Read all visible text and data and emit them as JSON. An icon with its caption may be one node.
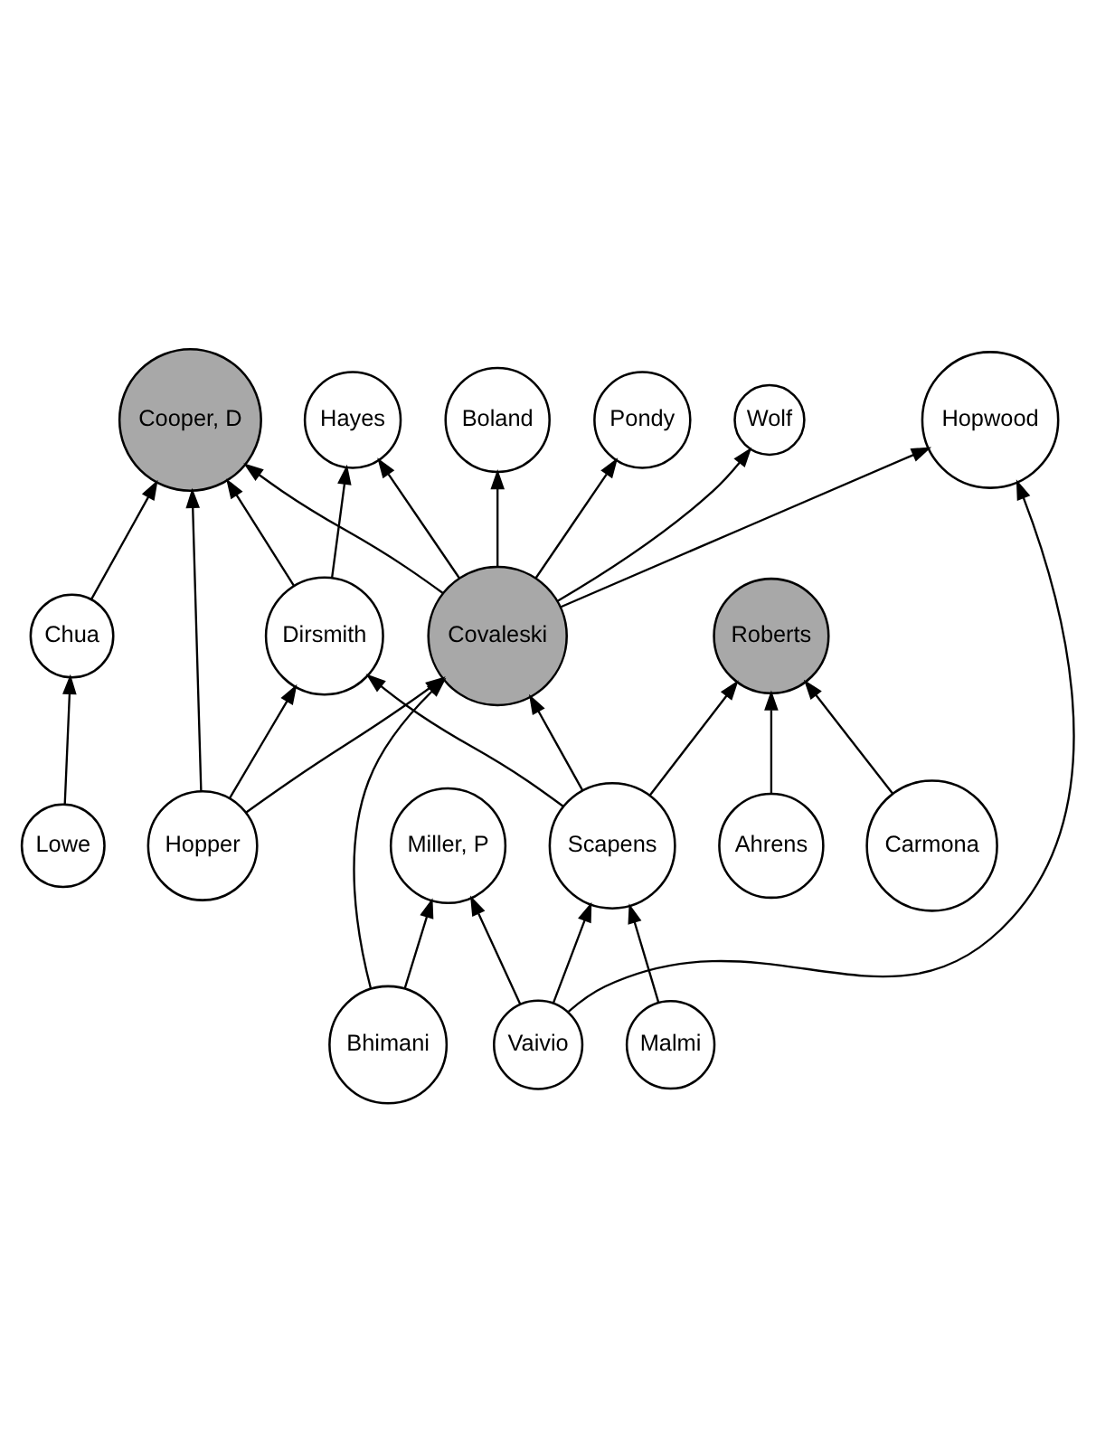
{
  "diagram": {
    "nodes": [
      {
        "text": [
          "Cooper, D"
        ]
      },
      {
        "text": [
          "Lowe"
        ]
      },
      {
        "text": [
          "Chua"
        ]
      },
      {
        "text": [
          "Pondy"
        ]
      },
      {
        "text": [
          "Hopper"
        ]
      },
      {
        "text": [
          "Wolf"
        ]
      },
      {
        "text": [
          "Covaleski"
        ]
      },
      {
        "text": [
          "Dirsmith"
        ]
      },
      {
        "text": [
          "Boland"
        ]
      },
      {
        "text": [
          "Hayes"
        ]
      },
      {
        "text": [
          "Malmi"
        ]
      },
      {
        "text": [
          "Bhimani"
        ]
      },
      {
        "text": [
          "Hopwood"
        ]
      },
      {
        "text": [
          "Scapens"
        ]
      },
      {
        "text": [
          "Roberts"
        ]
      },
      {
        "text": [
          "Miller, P"
        ]
      },
      {
        "text": [
          "Vaivio"
        ]
      },
      {
        "text": [
          "Ahrens"
        ]
      },
      {
        "text": [
          "Carmona"
        ]
      }
    ],
    "edges": [
      {
        "from": 1,
        "to": 2,
        "arrow": "to"
      },
      {
        "from": 2,
        "to": 0,
        "arrow": "to"
      },
      {
        "from": 6,
        "to": 0,
        "arrow": "to"
      },
      {
        "from": 4,
        "to": 0,
        "arrow": "to"
      },
      {
        "from": 7,
        "to": 0,
        "arrow": "to"
      },
      {
        "from": 4,
        "to": 6,
        "arrow": "to"
      },
      {
        "from": 4,
        "to": 7,
        "arrow": "to"
      },
      {
        "from": 6,
        "to": 3,
        "arrow": "to"
      },
      {
        "from": 6,
        "to": 5,
        "arrow": "to"
      },
      {
        "from": 6,
        "to": 8,
        "arrow": "to"
      },
      {
        "from": 6,
        "to": 9,
        "arrow": "to"
      },
      {
        "from": 7,
        "to": 9,
        "arrow": "to"
      },
      {
        "from": 6,
        "to": 12,
        "arrow": "to"
      },
      {
        "from": 11,
        "to": 6,
        "arrow": "to"
      },
      {
        "from": 13,
        "to": 6,
        "arrow": "to"
      },
      {
        "from": 13,
        "to": 7,
        "arrow": "to"
      },
      {
        "from": 10,
        "to": 13,
        "arrow": "to"
      },
      {
        "from": 11,
        "to": 15,
        "arrow": "to"
      },
      {
        "from": 16,
        "to": 12,
        "arrow": "to"
      },
      {
        "from": 16,
        "to": 13,
        "arrow": "to"
      },
      {
        "from": 16,
        "to": 15,
        "arrow": "to"
      },
      {
        "from": 13,
        "to": 14,
        "arrow": "to"
      },
      {
        "from": 17,
        "to": 14,
        "arrow": "to"
      },
      {
        "from": 18,
        "to": 14,
        "arrow": "to"
      }
    ]
  }
}
